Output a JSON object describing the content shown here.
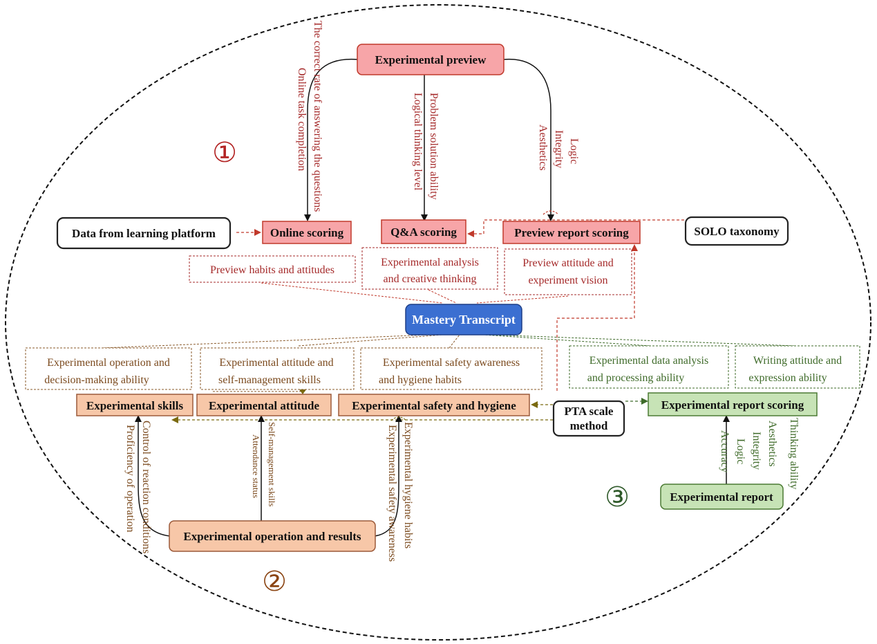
{
  "nodes": {
    "experimental_preview": "Experimental preview",
    "online_scoring": "Online scoring",
    "qa_scoring": "Q&A scoring",
    "preview_report_scoring": "Preview report scoring",
    "data_from_learning_platform": "Data from learning platform",
    "solo_taxonomy": "SOLO taxonomy",
    "mastery_transcript": "Mastery Transcript",
    "experimental_skills": "Experimental skills",
    "experimental_attitude": "Experimental attitude",
    "experimental_safety_hygiene": "Experimental safety and hygiene",
    "pta_scale_method_line1": "PTA scale",
    "pta_scale_method_line2": "method",
    "experimental_report_scoring": "Experimental report scoring",
    "experimental_operation_results": "Experimental operation and results",
    "experimental_report": "Experimental report"
  },
  "numbers": {
    "one": "①",
    "two": "②",
    "three": "③"
  },
  "vertical_labels": {
    "correct_rate": "The correct rate of answering the questions",
    "online_task": "Online task completion",
    "problem_solution": "Problem solution ability",
    "logical_thinking": "Logical thinking level",
    "logic": "Logic",
    "integrity": "Integrity",
    "aesthetics": "Aesthetics",
    "control_reaction": "Control of reaction conditions",
    "proficiency": "Proficiency of operation",
    "self_management": "Self-management skills",
    "attendance": "Attendance status",
    "hygiene_habits": "Experimental hygiene habits",
    "safety_awareness": "Experimental safety awareness",
    "r_thinking": "Thinking ability",
    "r_aesthetics": "Aesthetics",
    "r_integrity": "Integrity",
    "r_logic": "Logic",
    "r_accuracy": "Accuracy"
  },
  "dashed_boxes": {
    "preview_habits": "Preview habits and attitudes",
    "exp_analysis_l1": "Experimental  analysis",
    "exp_analysis_l2": "and creative thinking",
    "preview_attitude_l1": "Preview attitude and",
    "preview_attitude_l2": "experiment vision",
    "operation_l1": "Experimental  operation  and",
    "operation_l2": "decision-making ability",
    "attitude_l1": "Experimental attitude and",
    "attitude_l2": "self-management skills",
    "safety_l1": "Experimental safety awareness",
    "safety_l2": "and hygiene habits",
    "data_analysis_l1": "Experimental data analysis",
    "data_analysis_l2": "and processing ability",
    "writing_l1": "Writing attitude and",
    "writing_l2": "expression ability"
  },
  "colors": {
    "red": "#a52a2a",
    "orange": "#8b4513",
    "green": "#3f6b2a",
    "blue": "#3b6fd1"
  }
}
